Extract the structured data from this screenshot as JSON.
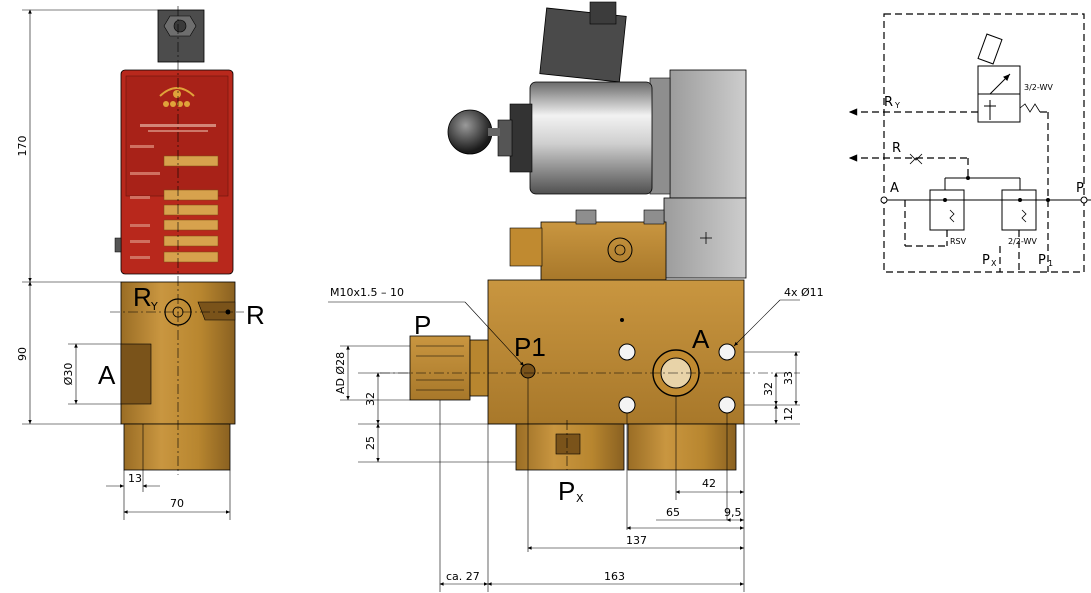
{
  "left_view": {
    "dims": {
      "height_top": "170",
      "height_bottom": "90",
      "port_diameter": "Ø30",
      "offset": "13",
      "width": "70"
    },
    "ports": {
      "ry_main": "R",
      "ry_sub": "Y",
      "r": "R",
      "a": "A"
    }
  },
  "center_view": {
    "thread_callout": "M10x1.5 – 10",
    "holes_callout": "4x Ø11",
    "ports": {
      "p": "P",
      "p1": "P1",
      "a": "A",
      "px_main": "P",
      "px_sub": "X"
    },
    "dims": {
      "ad28": "AD Ø28",
      "v32a": "32",
      "v25": "25",
      "v33": "33",
      "v32b": "32",
      "v12": "12",
      "h42": "42",
      "h65": "65",
      "h95": "9,5",
      "h137": "137",
      "ca27": "ca. 27",
      "h163": "163"
    }
  },
  "schematic": {
    "ry_main": "R",
    "ry_sub": "Y",
    "r": "R",
    "a": "A",
    "p": "P",
    "valve_32": "3/2-WV",
    "rsv": "RSV",
    "valve_22": "2/2-WV",
    "px_main": "P",
    "px_sub": "X",
    "p1_main": "P",
    "p1_sub": "1"
  },
  "colors": {
    "brass": "#b8862f",
    "brass_dark": "#8a6121",
    "brass_light": "#d2a04b",
    "red_cap": "#b8281c",
    "grey": "#bfbfbf"
  }
}
